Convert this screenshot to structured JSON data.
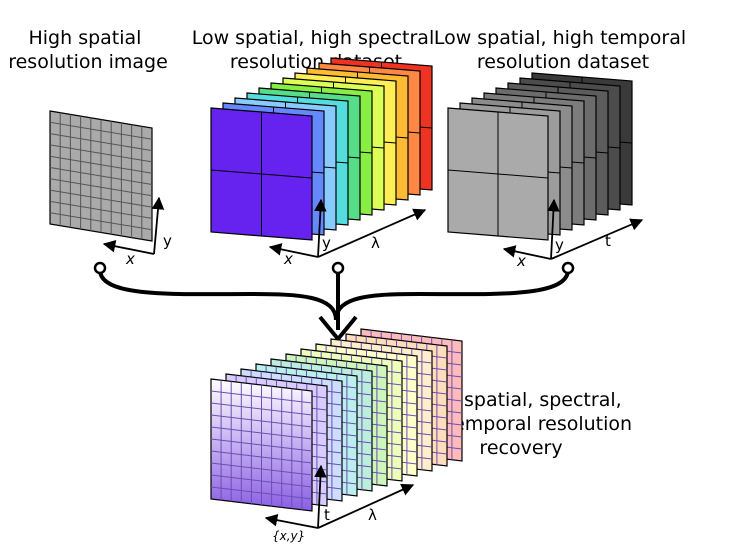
{
  "captions": {
    "input1": [
      "High spatial",
      "resolution image"
    ],
    "input2": [
      "Low spatial, high spectral",
      "resolution dataset"
    ],
    "input3": [
      "Low spatial, high temporal",
      "resolution dataset"
    ],
    "output": [
      "High spatial, spectral,",
      "and temporal resolution",
      "recovery"
    ]
  },
  "axes": {
    "input1": {
      "x": "x",
      "y": "y"
    },
    "input2": {
      "x": "x",
      "y": "y",
      "z": "λ"
    },
    "input3": {
      "x": "x",
      "y": "y",
      "z": "t"
    },
    "output": {
      "x": "{x,y}",
      "y": "t",
      "z": "λ"
    }
  },
  "colors": {
    "spectral_slices": [
      "#ee3322",
      "#ff8844",
      "#ffbb33",
      "#ffee55",
      "#ddff55",
      "#88ee44",
      "#55dd88",
      "#55dddd",
      "#88ccff",
      "#6688ff",
      "#6622ee"
    ],
    "temporal_slices": [
      "#3a3a3a",
      "#4c4c4c",
      "#5c5c5c",
      "#6c6c6c",
      "#7c7c7c",
      "#8c8c8c",
      "#9c9c9c",
      "#aaaaaa"
    ],
    "recovery_slices": [
      "#ffbbbb",
      "#ffdcbb",
      "#ffeecc",
      "#ffffcc",
      "#eeffbb",
      "#ccf6bb",
      "#bbeedd",
      "#bbeeee",
      "#ccddff",
      "#d8ccff",
      "#9a7ae8"
    ],
    "grid_fill": "#aaaaaa"
  }
}
